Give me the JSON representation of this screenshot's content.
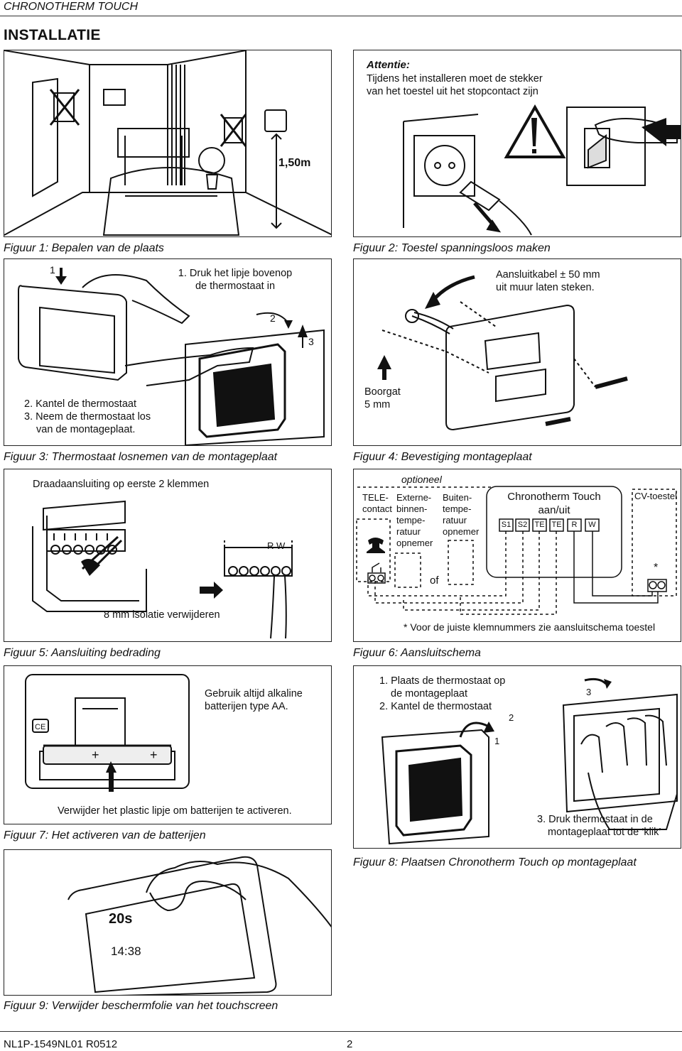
{
  "header": {
    "product": "CHRONOTHERM TOUCH",
    "section": "INSTALLATIE"
  },
  "attention": {
    "title": "Attentie:",
    "line1": "Tijdens het installeren moet de stekker",
    "line2": "van het toestel uit het stopcontact zijn"
  },
  "fig1": {
    "caption": "Figuur 1: Bepalen van de plaats",
    "height_label": "1,50m"
  },
  "fig2": {
    "caption": "Figuur 2: Toestel spanningsloos maken"
  },
  "fig3": {
    "caption": "Figuur 3: Thermostaat losnemen van de montageplaat",
    "n1": "1",
    "n2": "2",
    "n3": "3",
    "step1_l1": "1. Druk het lipje bovenop",
    "step1_l2": "de thermostaat in",
    "step2": "2. Kantel de thermostaat",
    "step3_l1": "3. Neem de thermostaat los",
    "step3_l2": "van de montageplaat."
  },
  "fig4": {
    "caption": "Figuur 4: Bevestiging montageplaat",
    "cable_l1": "Aansluitkabel ± 50 mm",
    "cable_l2": "uit muur laten steken.",
    "drill_l1": "Boorgat",
    "drill_l2": "5 mm"
  },
  "fig5": {
    "caption": "Figuur 5: Aansluiting bedrading",
    "title": "Draadaansluiting op eerste 2 klemmen",
    "terminals": "R W",
    "strip": "8 mm isolatie verwijderen"
  },
  "fig6": {
    "caption": "Figuur 6: Aansluitschema",
    "optional": "optioneel",
    "tele_l1": "TELE-",
    "tele_l2": "contact",
    "ext_l1": "Externe-",
    "ext_l2": "binnen-",
    "ext_l3": "tempe-",
    "ext_l4": "ratuur",
    "ext_l5": "opnemer",
    "out_l1": "Buiten-",
    "out_l2": "tempe-",
    "out_l3": "ratuur",
    "out_l4": "opnemer",
    "ct_l1": "Chronotherm Touch",
    "ct_l2": "aan/uit",
    "t1": "S1",
    "t2": "S2",
    "t3": "TE",
    "t4": "TE",
    "t5": "R",
    "t6": "W",
    "cv": "CV-toestel",
    "star": "*",
    "of": "of",
    "note": "* Voor de juiste klemnummers zie aansluitschema toestel"
  },
  "fig7": {
    "caption": "Figuur 7: Het activeren van de batterijen",
    "batt_l1": "Gebruik altijd alkaline",
    "batt_l2": "batterijen type AA.",
    "activate": "Verwijder het plastic lipje om batterijen te activeren.",
    "plus": "+",
    "ce": "CE"
  },
  "fig8": {
    "caption": "Figuur 8: Plaatsen Chronotherm Touch op montageplaat",
    "step1_l1": "1. Plaats de thermostaat op",
    "step1_l2": "de montageplaat",
    "step2": "2. Kantel de thermostaat",
    "n1": "1",
    "n2": "2",
    "n3": "3",
    "step3_l1": "3. Druk thermostaat in de",
    "step3_l2": "montageplaat tot de ‘klik’"
  },
  "fig9": {
    "caption": "Figuur 9: Verwijder beschermfolie van het touchscreen",
    "screen_temp": "20s",
    "screen_time": "14:38"
  },
  "footer": {
    "code": "NL1P-1549NL01 R0512",
    "page": "2"
  }
}
